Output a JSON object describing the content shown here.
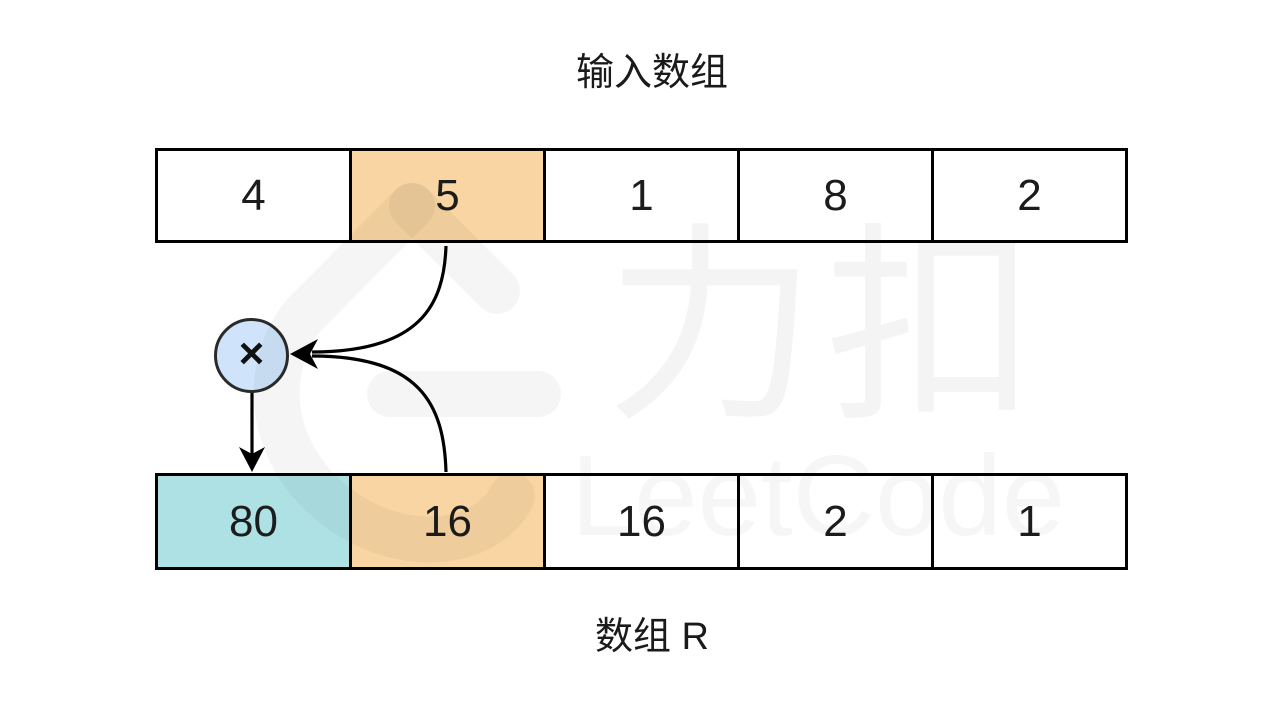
{
  "title": "输入数组",
  "input_array": {
    "values": [
      "4",
      "5",
      "1",
      "8",
      "2"
    ],
    "highlighted_index": 1
  },
  "result_array": {
    "label": "数组 R",
    "values": [
      "80",
      "16",
      "16",
      "2",
      "1"
    ],
    "orange_index": 1,
    "teal_index": 0
  },
  "operator": {
    "symbol": "×",
    "name": "multiply"
  },
  "watermark": {
    "cjk": "力扣",
    "latin": "LeetCode"
  },
  "colors": {
    "highlight_orange": "#f8d5a3",
    "highlight_teal": "#aee1e4",
    "operator_fill": "#cfe3fa"
  }
}
